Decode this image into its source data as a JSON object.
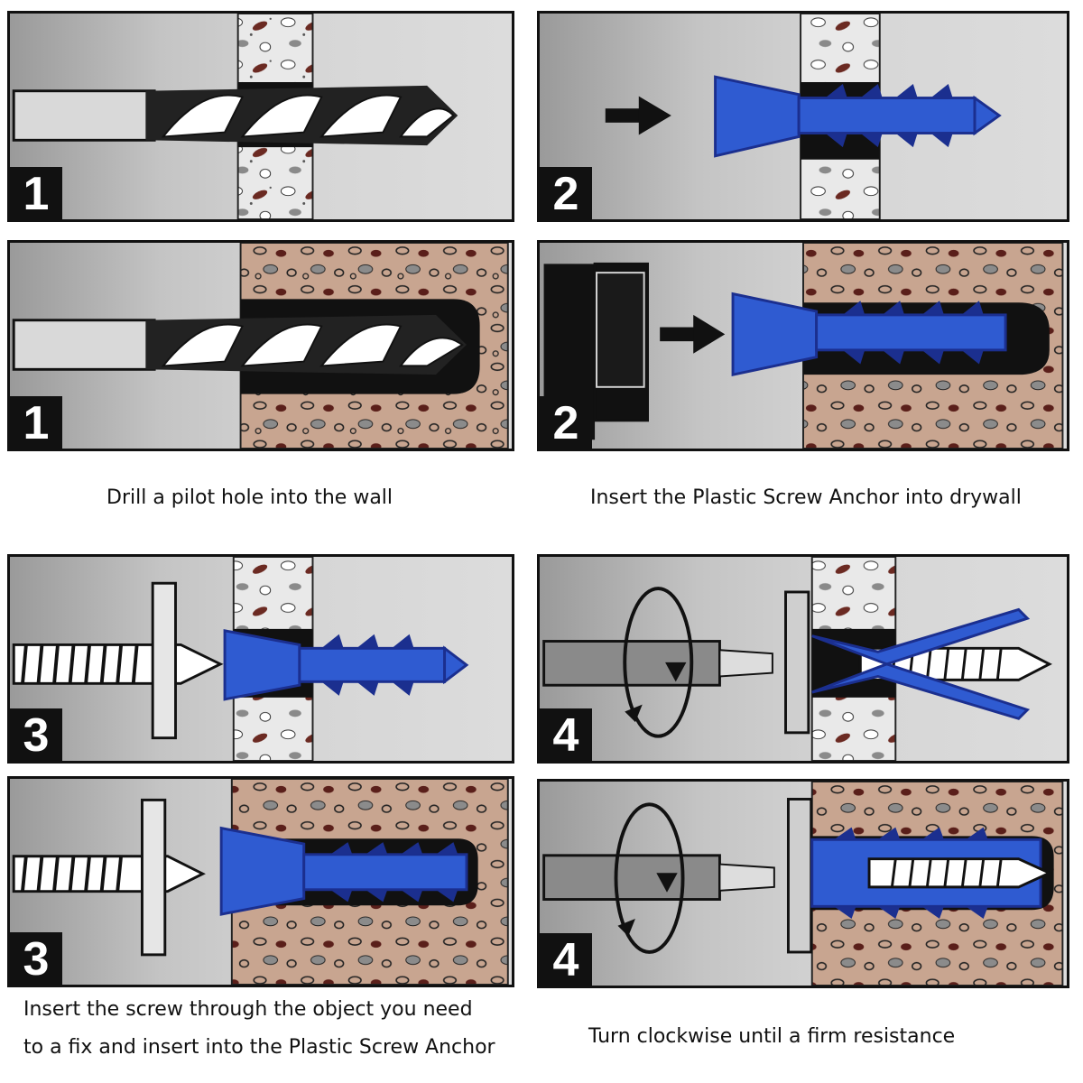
{
  "steps": [
    {
      "number": "1",
      "caption": "Drill a pilot hole into the wall"
    },
    {
      "number": "2",
      "caption": "Insert the Plastic Screw Anchor into drywall"
    },
    {
      "number": "3",
      "caption_line1": "Insert the screw through the object you need",
      "caption_line2": "to a fix and insert into the Plastic Screw Anchor"
    },
    {
      "number": "4",
      "caption": "Turn clockwise until a firm resistance"
    }
  ],
  "colors": {
    "anchor_blue": "#2f5bd1",
    "anchor_dark": "#1b2f8f",
    "concrete": "#c8a590",
    "drywall": "#e6e6e6",
    "badge": "#111111"
  },
  "icons": [
    "drill-bit-icon",
    "arrow-right-icon",
    "hammer-icon",
    "screw-icon",
    "screwdriver-icon",
    "rotate-arrow-icon"
  ]
}
